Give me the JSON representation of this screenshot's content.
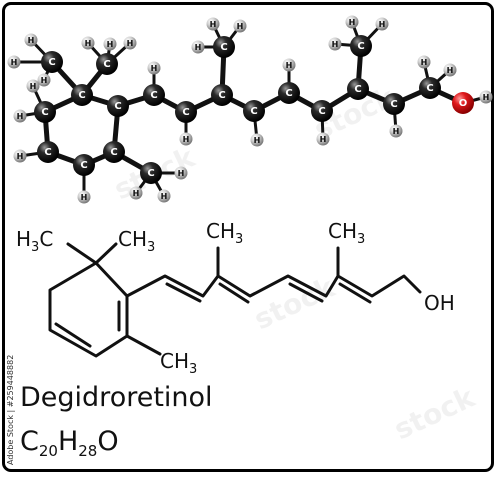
{
  "compound": {
    "name": "Degidroretinol",
    "formula": {
      "c": "C",
      "c_count": "20",
      "h": "H",
      "h_count": "28",
      "o": "O"
    }
  },
  "structure_labels": {
    "h3c": "H3C",
    "ch3_gem": "CH3",
    "ch3_1": "CH3",
    "ch3_2": "CH3",
    "ch3_ring": "CH3",
    "oh": "OH"
  },
  "atom_symbols": {
    "carbon": "C",
    "hydrogen": "H",
    "oxygen": "O"
  },
  "stock_id": "Adobe Stock | #259448882",
  "watermark_text": "stock",
  "colors": {
    "carbon": "#1a1a1a",
    "hydrogen": "#c8c8c8",
    "oxygen": "#e0191c",
    "bond": "#111111",
    "frame": "#000000"
  }
}
